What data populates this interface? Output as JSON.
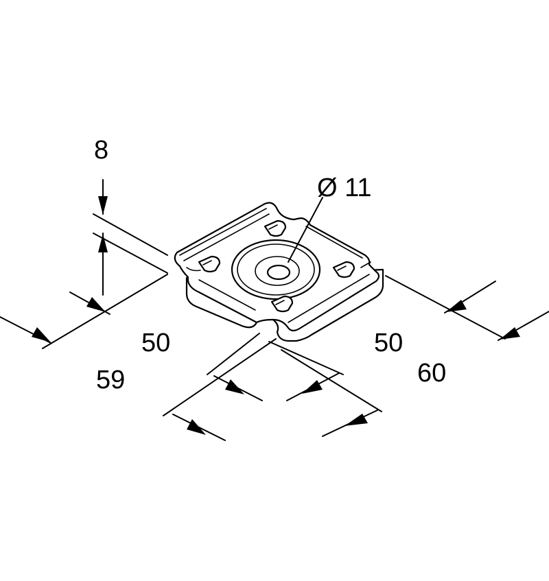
{
  "dimensions": {
    "thickness": "8",
    "hole_diameter": "Ø 11",
    "left_inner": "50",
    "left_outer": "59",
    "right_inner": "50",
    "right_outer": "60"
  },
  "colors": {
    "line": "#000000",
    "background": "#ffffff"
  }
}
